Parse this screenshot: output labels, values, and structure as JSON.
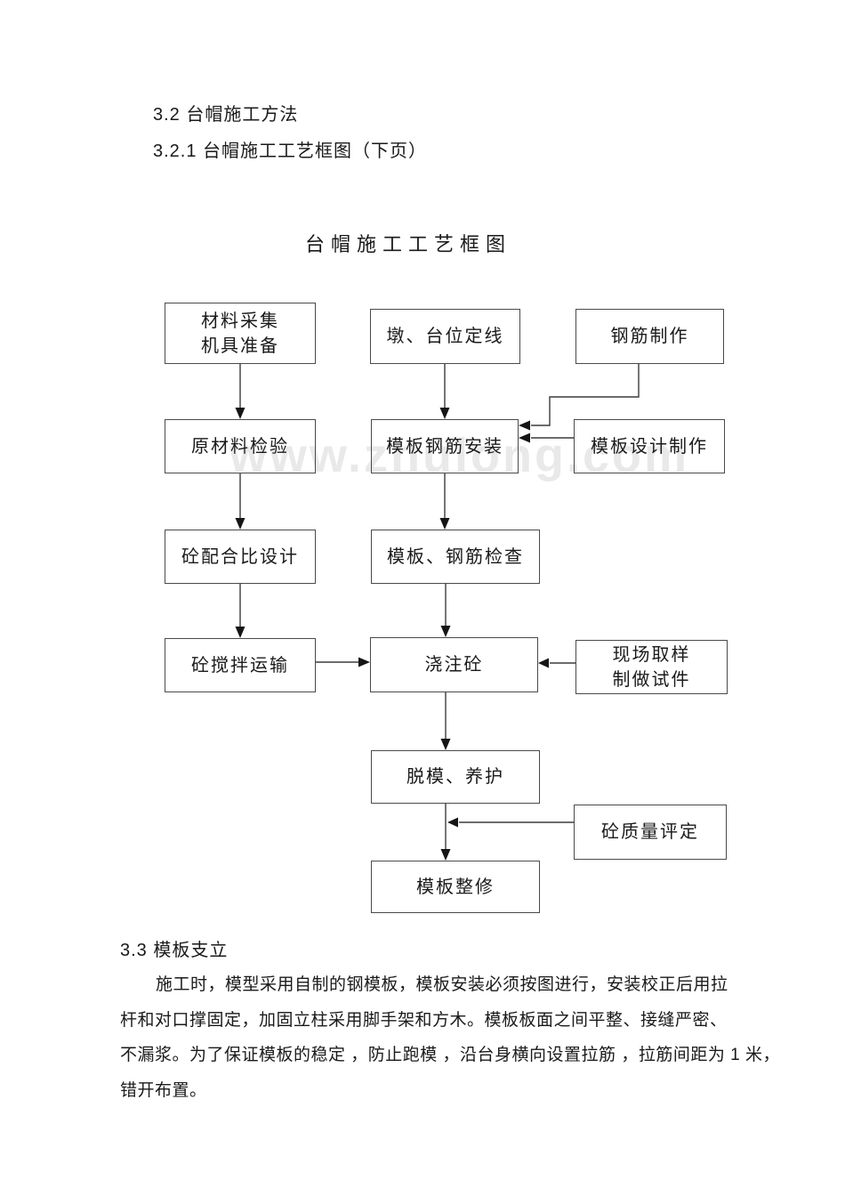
{
  "page": {
    "heading_1": "3.2 台帽施工方法",
    "heading_2": "3.2.1 台帽施工工艺框图（下页）",
    "section_heading": "3.3 模板支立",
    "paragraph_lines": [
      "施工时，模型采用自制的钢模板，模板安装必须按图进行，安装校正后用拉",
      "杆和对口撑固定，加固立柱采用脚手架和方木。模板板面之间平整、接缝严密、",
      "不漏浆。为了保证模板的稳定 ，防止跑模 ，沿台身横向设置拉筋 ，拉筋间距为 1 米，",
      "错开布置。"
    ]
  },
  "watermark": "www.zhulong.com",
  "flowchart": {
    "title": "台帽施工工艺框图",
    "boxes": {
      "material_prep": {
        "lines": [
          "材料采集",
          "机具准备"
        ]
      },
      "pier_positioning": {
        "lines": [
          "墩、台位定线"
        ]
      },
      "rebar_fabrication": {
        "lines": [
          "钢筋制作"
        ]
      },
      "raw_material_inspection": {
        "lines": [
          "原材料检验"
        ]
      },
      "formwork_rebar_install": {
        "lines": [
          "模板钢筋安装"
        ]
      },
      "formwork_design": {
        "lines": [
          "模板设计制作"
        ]
      },
      "mix_design": {
        "lines": [
          "砼配合比设计"
        ]
      },
      "formwork_rebar_check": {
        "lines": [
          "模板、钢筋检查"
        ]
      },
      "mixing_transport": {
        "lines": [
          "砼搅拌运输"
        ]
      },
      "pour_concrete": {
        "lines": [
          "浇注砼"
        ]
      },
      "site_sampling": {
        "lines": [
          "现场取样",
          "制做试件"
        ]
      },
      "demold_curing": {
        "lines": [
          "脱模、养护"
        ]
      },
      "quality_assessment": {
        "lines": [
          "砼质量评定"
        ]
      },
      "formwork_repair": {
        "lines": [
          "模板整修"
        ]
      }
    },
    "edges": [
      {
        "from": "材料采集机具准备",
        "to": "原材料检验"
      },
      {
        "from": "原材料检验",
        "to": "砼配合比设计"
      },
      {
        "from": "砼配合比设计",
        "to": "砼搅拌运输"
      },
      {
        "from": "砼搅拌运输",
        "to": "浇注砼"
      },
      {
        "from": "墩、台位定线",
        "to": "模板钢筋安装"
      },
      {
        "from": "钢筋制作",
        "to": "模板钢筋安装"
      },
      {
        "from": "模板设计制作",
        "to": "模板钢筋安装"
      },
      {
        "from": "模板钢筋安装",
        "to": "模板、钢筋检查"
      },
      {
        "from": "模板、钢筋检查",
        "to": "浇注砼"
      },
      {
        "from": "现场取样制做试件",
        "to": "浇注砼"
      },
      {
        "from": "浇注砼",
        "to": "脱模、养护"
      },
      {
        "from": "脱模、养护",
        "to": "模板整修"
      },
      {
        "from": "砼质量评定",
        "to": "模板整修"
      }
    ]
  }
}
